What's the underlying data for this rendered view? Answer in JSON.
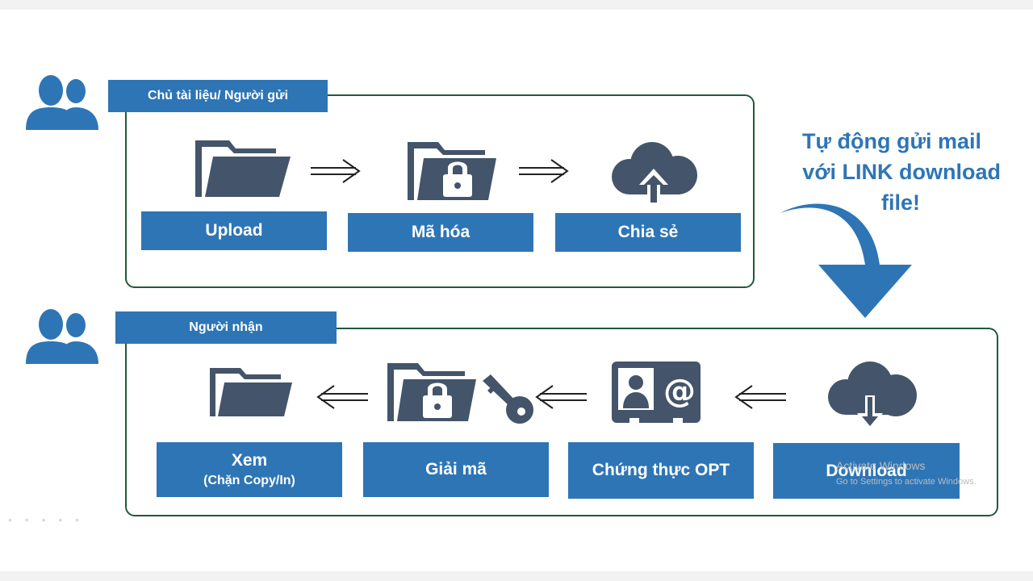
{
  "sender": {
    "label": "Chủ tài liệu/ Người gửi",
    "steps": [
      {
        "label": "Upload",
        "icon": "folder-icon"
      },
      {
        "label": "Mã hóa",
        "icon": "locked-folder-icon"
      },
      {
        "label": "Chia sẻ",
        "icon": "cloud-upload-icon"
      }
    ]
  },
  "callout": {
    "line1": "Tự động gửi mail",
    "line2": "với LINK download",
    "line3": "file!"
  },
  "receiver": {
    "label": "Người nhận",
    "steps": [
      {
        "label": "Xem",
        "sub": "(Chặn Copy/In)",
        "icon": "folder-icon"
      },
      {
        "label": "Giải mã",
        "icon": "locked-folder-key-icon"
      },
      {
        "label": "Chứng thực OPT",
        "icon": "contact-card-icon"
      },
      {
        "label": "Download",
        "icon": "cloud-download-icon"
      }
    ]
  },
  "watermark": {
    "line1": "Activate Windows",
    "line2": "Go to Settings to activate Windows."
  },
  "colors": {
    "accent": "#2e75b6",
    "icon": "#44546a",
    "frame": "#1f5a3c"
  }
}
